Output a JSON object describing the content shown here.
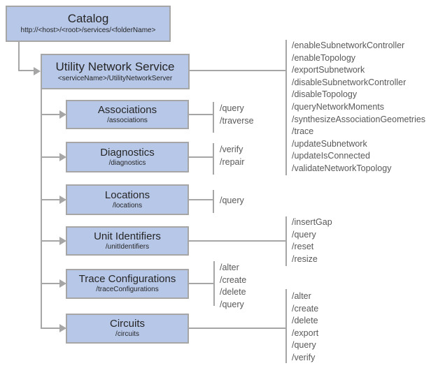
{
  "colors": {
    "box_fill": "#b7c7e8",
    "box_border": "#a6a6a6",
    "connector": "#a6a6a6",
    "title_text": "#262626",
    "ops_text": "#595959"
  },
  "nodes": {
    "catalog": {
      "title": "Catalog",
      "subtitle": "http://<host>/<root>/services/<folderName>"
    },
    "utility_network_service": {
      "title": "Utility Network Service",
      "subtitle": "<serviceName>/UtilityNetworkServer"
    },
    "associations": {
      "title": "Associations",
      "subtitle": "/associations"
    },
    "diagnostics": {
      "title": "Diagnostics",
      "subtitle": "/diagnostics"
    },
    "locations": {
      "title": "Locations",
      "subtitle": "/locations"
    },
    "unit_identifiers": {
      "title": "Unit Identifiers",
      "subtitle": "/unitIdentifiers"
    },
    "trace_configurations": {
      "title": "Trace Configurations",
      "subtitle": "/traceConfigurations"
    },
    "circuits": {
      "title": "Circuits",
      "subtitle": "/circuits"
    }
  },
  "ops": {
    "utility_network_service": [
      "/enableSubnetworkController",
      "/enableTopology",
      "/exportSubnetwork",
      "/disableSubnetworkController",
      "/disableTopology",
      "/queryNetworkMoments",
      "/synthesizeAssociationGeometries",
      "/trace",
      "/updateSubnetwork",
      "/updateIsConnected",
      "/validateNetworkTopology"
    ],
    "associations": [
      "/query",
      "/traverse"
    ],
    "diagnostics": [
      "/verify",
      "/repair"
    ],
    "locations": [
      "/query"
    ],
    "unit_identifiers": [
      "/insertGap",
      "/query",
      "/reset",
      "/resize"
    ],
    "trace_configurations": [
      "/alter",
      "/create",
      "/delete",
      "/query"
    ],
    "circuits": [
      "/alter",
      "/create",
      "/delete",
      "/export",
      "/query",
      "/verify"
    ]
  }
}
